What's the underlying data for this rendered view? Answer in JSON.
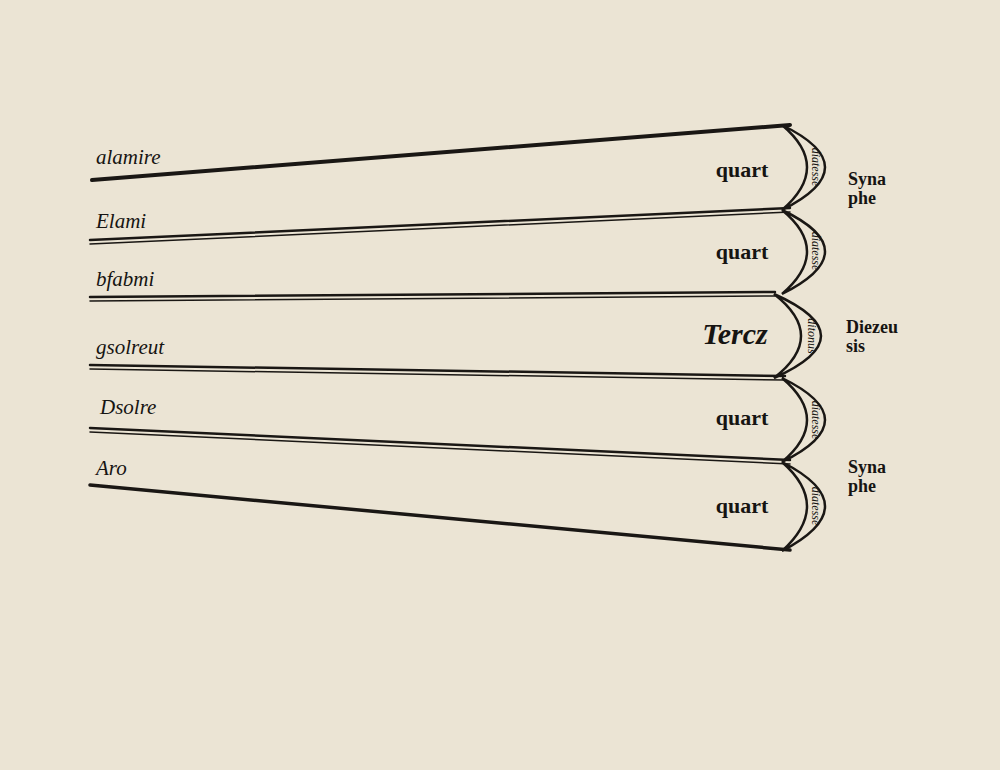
{
  "diagram": {
    "labels": [
      "alamire",
      "quart",
      "diatesse",
      "Syna phe",
      "Elami",
      "quart",
      "diatesse",
      "bfabmi",
      "Tercz",
      "ditonus",
      "Diezeu sis",
      "gsolreut",
      "quart",
      "diatesse",
      "Dsolre",
      "quart",
      "diatesse",
      "Syna phe",
      "Aro"
    ]
  }
}
